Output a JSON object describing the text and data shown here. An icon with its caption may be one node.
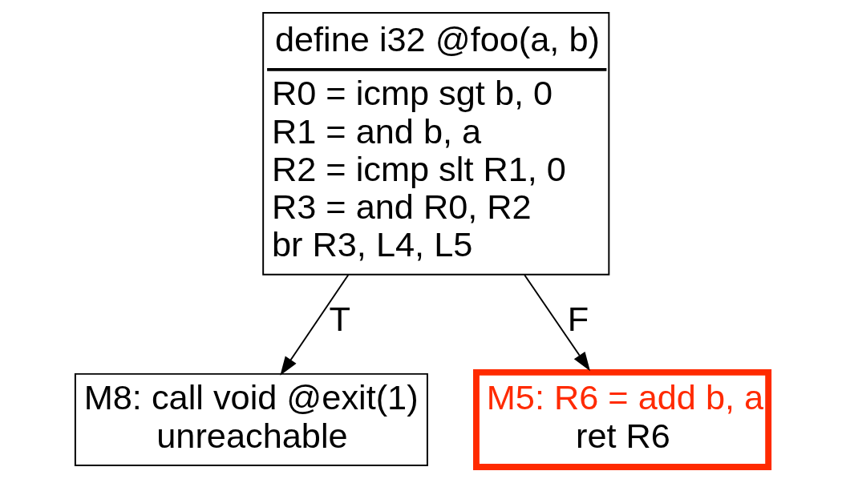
{
  "diagram": {
    "nodes": [
      {
        "text": [
          "define i32 @foo(a, b)",
          "R0 = icmp sgt b, 0",
          "R1 = and b, a",
          "R2 = icmp slt R1, 0",
          "R3 = and R0, R2",
          "br R3, L4, L5"
        ]
      },
      {
        "text": [
          "M8: call void @exit(1)",
          "unreachable"
        ]
      },
      {
        "text": [
          "M5: R6 = add b, a",
          "ret R6"
        ]
      }
    ],
    "edges": [
      {
        "from": 0,
        "to": 1,
        "arrow": "to",
        "label": "T"
      },
      {
        "from": 0,
        "to": 2,
        "arrow": "to",
        "label": "F"
      }
    ]
  }
}
